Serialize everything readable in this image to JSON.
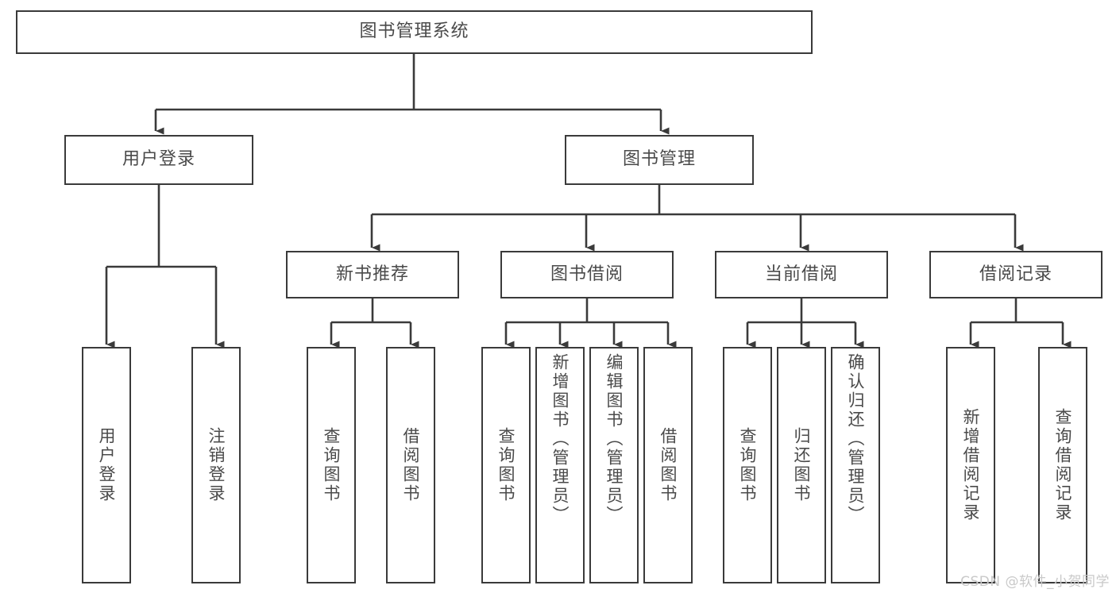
{
  "diagram": {
    "title": "图书管理系统",
    "type": "tree-hierarchy-chart",
    "stroke_color": "#3a3a3a",
    "text_color": "#4a4a4a",
    "background_color": "#ffffff"
  },
  "watermark": {
    "text": "CSDN @软件_小贺同学",
    "color": "#c9c9c9"
  },
  "nodes": {
    "root": {
      "label": "图书管理系统"
    },
    "level1": [
      {
        "id": "user-login",
        "label": "用户登录"
      },
      {
        "id": "book-management",
        "label": "图书管理"
      }
    ],
    "level2": [
      {
        "id": "new-book-recommend",
        "label": "新书推荐"
      },
      {
        "id": "book-borrow",
        "label": "图书借阅"
      },
      {
        "id": "current-borrow",
        "label": "当前借阅"
      },
      {
        "id": "borrow-record",
        "label": "借阅记录"
      }
    ],
    "leaves": {
      "user_login": [
        {
          "id": "leaf-user-login",
          "label": "用户登录"
        },
        {
          "id": "leaf-user-logout",
          "label": "注销登录"
        }
      ],
      "new_book_recommend": [
        {
          "id": "leaf-query-book-1",
          "label": "查询图书"
        },
        {
          "id": "leaf-borrow-book-1",
          "label": "借阅图书"
        }
      ],
      "book_borrow": [
        {
          "id": "leaf-query-book-2",
          "label": "查询图书"
        },
        {
          "id": "leaf-add-book",
          "label": "新增图书（管理员）"
        },
        {
          "id": "leaf-edit-book",
          "label": "编辑图书（管理员）"
        },
        {
          "id": "leaf-borrow-book-2",
          "label": "借阅图书"
        }
      ],
      "current_borrow": [
        {
          "id": "leaf-query-book-3",
          "label": "查询图书"
        },
        {
          "id": "leaf-return-book",
          "label": "归还图书"
        },
        {
          "id": "leaf-confirm-return",
          "label": "确认归还（管理员）"
        }
      ],
      "borrow_record": [
        {
          "id": "leaf-add-record",
          "label": "新增借阅记录"
        },
        {
          "id": "leaf-query-record",
          "label": "查询借阅记录"
        }
      ]
    }
  }
}
